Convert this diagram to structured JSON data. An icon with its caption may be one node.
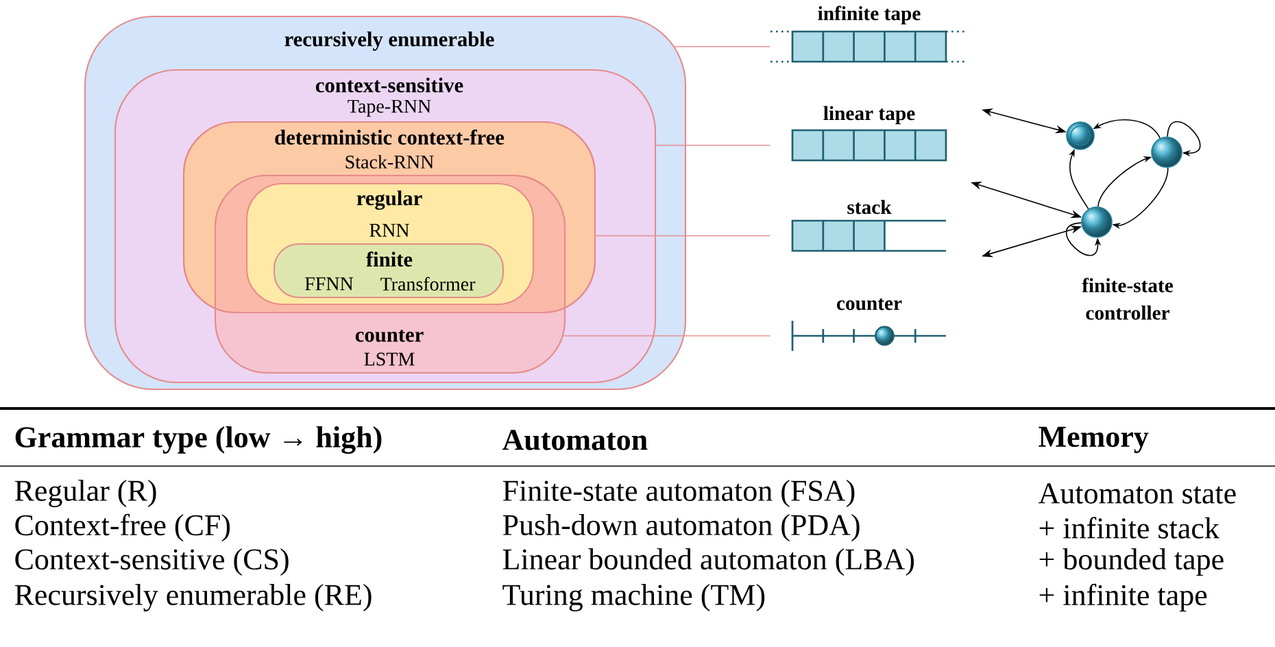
{
  "diagram": {
    "nodes": [
      {
        "text": [
          "recursively enumerable"
        ]
      },
      {
        "text": [
          "context-sensitive",
          "Tape-RNN"
        ],
        "in": 0
      },
      {
        "text": [
          "deterministic context-free",
          "Stack-RNN"
        ],
        "in": 1
      },
      {
        "text": [
          "counter",
          "LSTM"
        ],
        "in": 1
      },
      {
        "text": [
          "regular",
          "RNN"
        ]
      },
      {
        "text": [
          "finite",
          "FFNN",
          "Transformer"
        ],
        "in": 4
      },
      {
        "text": [
          "infinite tape"
        ]
      },
      {
        "text": [
          "linear tape"
        ]
      },
      {
        "text": [
          "stack"
        ]
      },
      {
        "text": [
          "counter"
        ]
      },
      {
        "text": [
          "finite-state controller"
        ]
      },
      {
        "text": [],
        "shape": "circle"
      },
      {
        "text": [],
        "shape": "circle"
      },
      {
        "text": [],
        "shape": "circle"
      }
    ],
    "edges": [
      {
        "from": 0,
        "to": 6,
        "arrow": "none",
        "color": "#e89090"
      },
      {
        "from": 1,
        "to": 7,
        "arrow": "none",
        "color": "#e89090"
      },
      {
        "from": 2,
        "to": 8,
        "arrow": "none",
        "color": "#e89090"
      },
      {
        "from": 3,
        "to": 9,
        "arrow": "none",
        "color": "#e89090"
      },
      {
        "from": null,
        "to": 11,
        "arrow": "both"
      },
      {
        "from": null,
        "to": 13,
        "arrow": "both"
      },
      {
        "from": null,
        "to": 13,
        "arrow": "both"
      },
      {
        "from": 12,
        "to": 11,
        "arrow": "to"
      },
      {
        "from": 13,
        "to": 11,
        "arrow": "to"
      },
      {
        "from": 13,
        "to": 12,
        "arrow": "to"
      },
      {
        "from": 12,
        "to": 13,
        "arrow": "to"
      },
      {
        "from": 12,
        "to": 12,
        "arrow": "to"
      },
      {
        "from": 13,
        "to": 13,
        "arrow": "to"
      }
    ],
    "labels": [
      "Grammar type (low → high)",
      "Automaton",
      "Memory",
      "Regular (R)",
      "Finite-state automaton (FSA)",
      "Automaton state",
      "Context-free (CF)",
      "Push-down automaton (PDA)",
      "+ infinite stack",
      "Context-sensitive (CS)",
      "Linear bounded automaton (LBA)",
      "+ bounded tape",
      "Recursively enumerable (RE)",
      "Turing machine (TM)",
      "+ infinite tape"
    ]
  }
}
